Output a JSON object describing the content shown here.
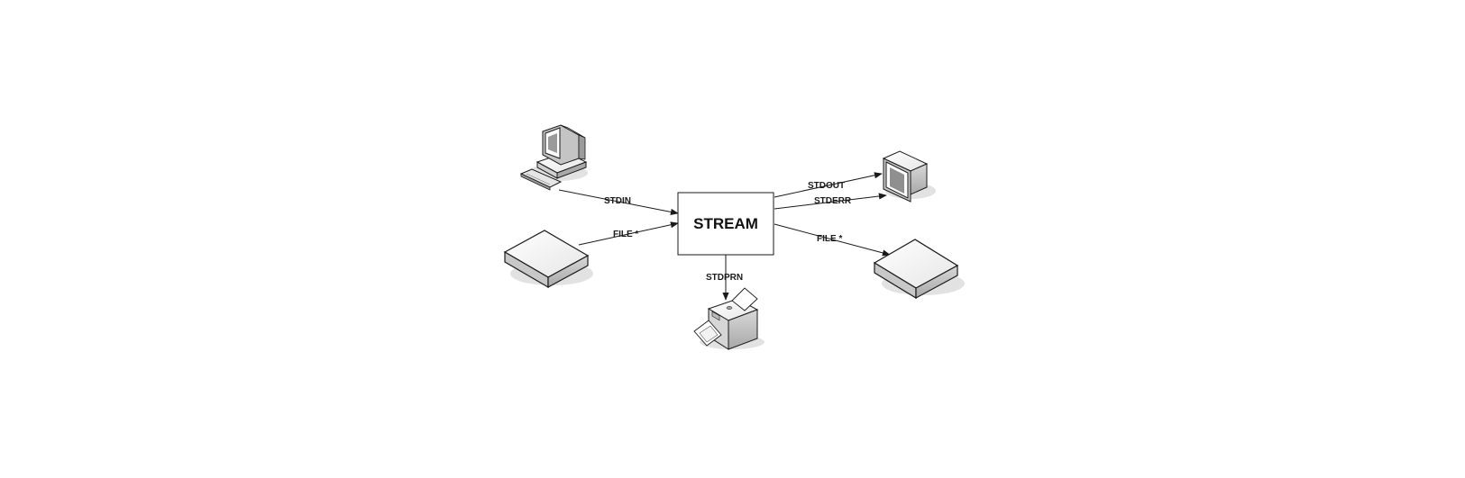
{
  "center": {
    "label": "STREAM"
  },
  "edges": {
    "stdin": "STDIN",
    "file_in": "FILE *",
    "stdout": "STDOUT",
    "stderr": "STDERR",
    "file_out": "FILE *",
    "stdprn": "STDPRN"
  },
  "nodes": {
    "computer": {
      "icon": "computer-icon"
    },
    "disk_in": {
      "icon": "disk-icon"
    },
    "monitor": {
      "icon": "monitor-icon"
    },
    "disk_out": {
      "icon": "disk-icon"
    },
    "printer": {
      "icon": "printer-icon"
    }
  },
  "colors": {
    "line": "#1a1a1a",
    "fill": "#ffffff",
    "shade": "#cccccc",
    "shadow": "#dddddd"
  }
}
